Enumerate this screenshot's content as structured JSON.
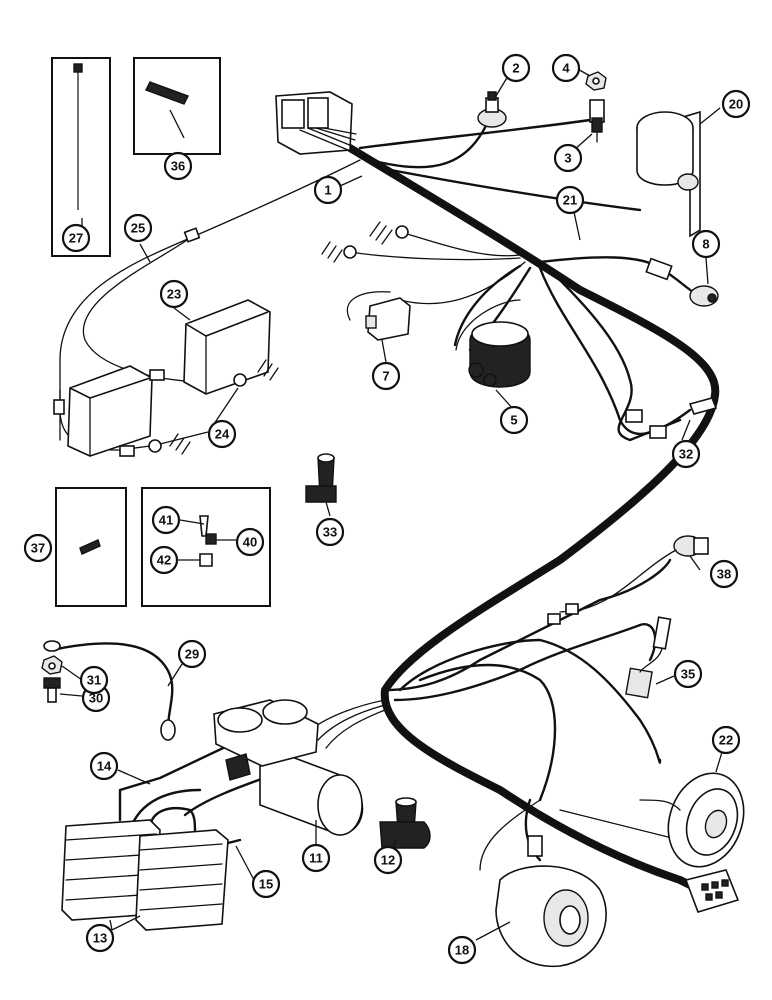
{
  "callouts": [
    {
      "id": "c1",
      "label": "1"
    },
    {
      "id": "c2",
      "label": "2"
    },
    {
      "id": "c3",
      "label": "3"
    },
    {
      "id": "c4",
      "label": "4"
    },
    {
      "id": "c5",
      "label": "5"
    },
    {
      "id": "c7",
      "label": "7"
    },
    {
      "id": "c8",
      "label": "8"
    },
    {
      "id": "c11",
      "label": "11"
    },
    {
      "id": "c12",
      "label": "12"
    },
    {
      "id": "c13",
      "label": "13"
    },
    {
      "id": "c14",
      "label": "14"
    },
    {
      "id": "c15",
      "label": "15"
    },
    {
      "id": "c18",
      "label": "18"
    },
    {
      "id": "c20",
      "label": "20"
    },
    {
      "id": "c21",
      "label": "21"
    },
    {
      "id": "c22",
      "label": "22"
    },
    {
      "id": "c23",
      "label": "23"
    },
    {
      "id": "c24",
      "label": "24"
    },
    {
      "id": "c25",
      "label": "25"
    },
    {
      "id": "c27",
      "label": "27"
    },
    {
      "id": "c29",
      "label": "29"
    },
    {
      "id": "c30",
      "label": "30"
    },
    {
      "id": "c31",
      "label": "31"
    },
    {
      "id": "c32",
      "label": "32"
    },
    {
      "id": "c33",
      "label": "33"
    },
    {
      "id": "c35",
      "label": "35"
    },
    {
      "id": "c36",
      "label": "36"
    },
    {
      "id": "c37",
      "label": "37"
    },
    {
      "id": "c38",
      "label": "38"
    },
    {
      "id": "c40",
      "label": "40"
    },
    {
      "id": "c41",
      "label": "41"
    },
    {
      "id": "c42",
      "label": "42"
    }
  ],
  "colors": {
    "ink": "#111111",
    "paper": "#ffffff"
  }
}
